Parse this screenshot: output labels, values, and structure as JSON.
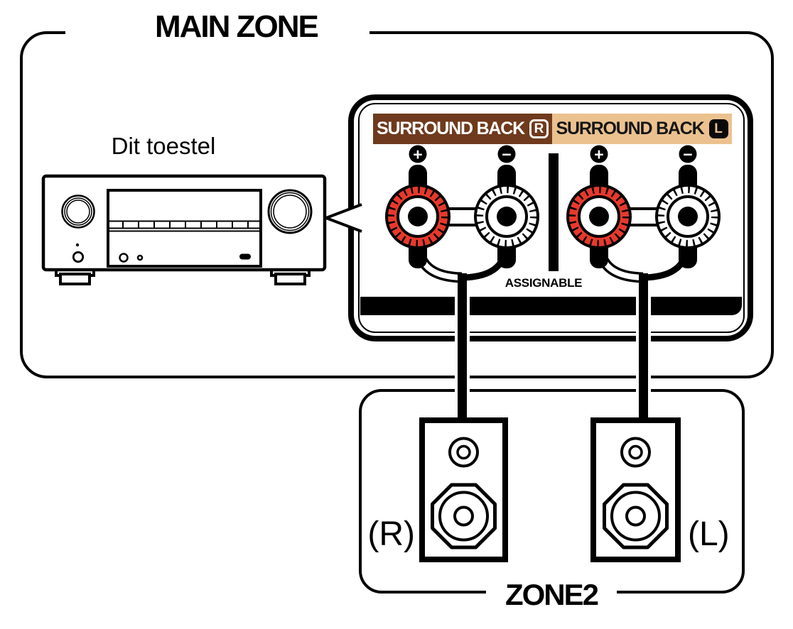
{
  "main_zone": {
    "label": "MAIN ZONE"
  },
  "unit": {
    "label": "Dit toestel"
  },
  "terminal_panel": {
    "assignable_label": "ASSIGNABLE",
    "groups": [
      {
        "label": "SURROUND BACK",
        "channel": "R",
        "positive_symbol": "+",
        "negative_symbol": "−"
      },
      {
        "label": "SURROUND BACK",
        "channel": "L",
        "positive_symbol": "+",
        "negative_symbol": "−"
      }
    ]
  },
  "zone2": {
    "label": "ZONE2",
    "speaker_right_label": "(R)",
    "speaker_left_label": "(L)"
  },
  "colors": {
    "positive_post": "#e7392c",
    "negative_post": "#ffffff",
    "right_strip_bg": "#6f3a1d",
    "right_strip_fg": "#ffffff",
    "left_strip_bg": "#ebc28f",
    "left_strip_fg": "#161616",
    "line": "#000000"
  }
}
